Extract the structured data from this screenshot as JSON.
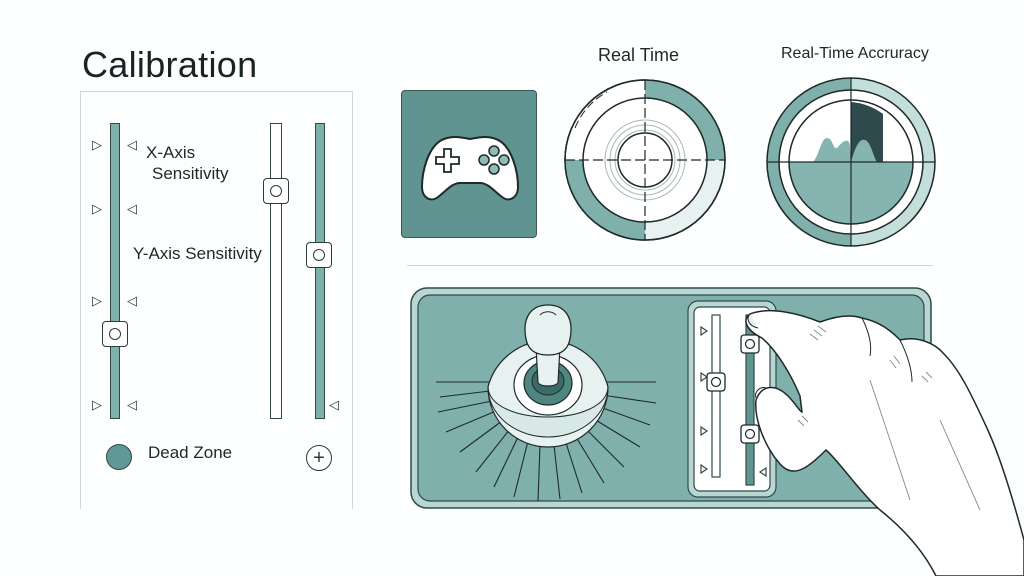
{
  "page": {
    "title": "Calibration"
  },
  "colors": {
    "accent": "#5f9491",
    "accent_light": "#7fb0ab",
    "accent_pale": "#b8d6d3",
    "dark": "#2f4a48",
    "darkest": "#2e4a4c"
  },
  "calibration_panel": {
    "x_axis_label_line1": "X-Axis",
    "x_axis_label_line2": "Sensitivity",
    "y_axis_label": "Y-Axis Sensitivity",
    "dead_zone_label": "Dead Zone",
    "add_button_symbol": "+"
  },
  "gauges": {
    "real_time": {
      "title": "Real Time"
    },
    "accuracy": {
      "title": "Real-Time Accruracy"
    }
  },
  "icons": {
    "gamepad": "gamepad-icon",
    "joystick": "joystick-icon",
    "hand": "hand-icon",
    "plus": "plus-icon",
    "triangle_right": "▷",
    "triangle_left": "◁"
  }
}
